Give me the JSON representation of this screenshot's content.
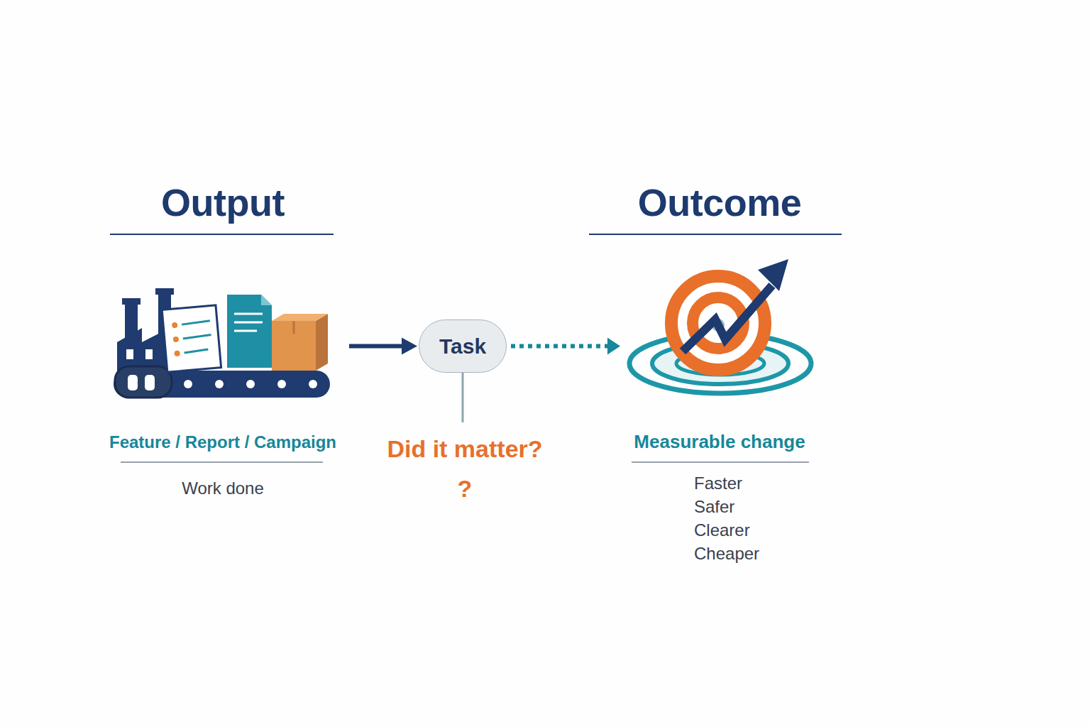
{
  "diagram": {
    "nodes": [
      {
        "text": [
          "Output",
          "Feature / Report / Campaign",
          "Work done"
        ]
      },
      {
        "text": [
          "Task"
        ]
      },
      {
        "text": [
          "Outcome",
          "Measurable change",
          "Faster",
          "Safer",
          "Clearer",
          "Cheaper"
        ]
      }
    ],
    "edges": [
      {
        "from": 0,
        "to": 1,
        "arrow": "to"
      },
      {
        "from": 1,
        "to": 2,
        "arrow": "to"
      }
    ],
    "labels": [
      "Did it matter?",
      "?"
    ]
  }
}
